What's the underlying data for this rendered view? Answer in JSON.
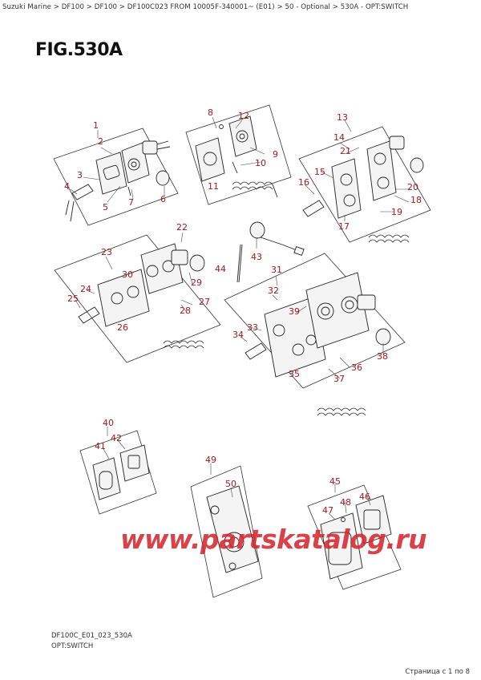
{
  "breadcrumb": "Suzuki Marine > DF100 > DF100 > DF100C023 FROM 10005F-340001~ (E01) > 50 - Optional > 530A - OPT:SWITCH",
  "figure": {
    "title": "FIG.530A"
  },
  "callouts": [
    "1",
    "2",
    "3",
    "4",
    "5",
    "6",
    "7",
    "8",
    "9",
    "10",
    "11",
    "12",
    "13",
    "14",
    "15",
    "16",
    "17",
    "18",
    "19",
    "20",
    "21",
    "22",
    "23",
    "24",
    "25",
    "26",
    "27",
    "28",
    "29",
    "30",
    "31",
    "32",
    "33",
    "34",
    "35",
    "36",
    "37",
    "38",
    "39",
    "40",
    "41",
    "42",
    "43",
    "44",
    "45",
    "46",
    "47",
    "48",
    "49",
    "50"
  ],
  "watermark": "www.partskatalog.ru",
  "footer": {
    "code": "DF100C_E01_023_530A",
    "name": "OPT:SWITCH",
    "page": "Страница с 1 по 8"
  },
  "colors": {
    "callout": "#a31a1a",
    "watermark": "#d2222a",
    "line": "#222222"
  }
}
